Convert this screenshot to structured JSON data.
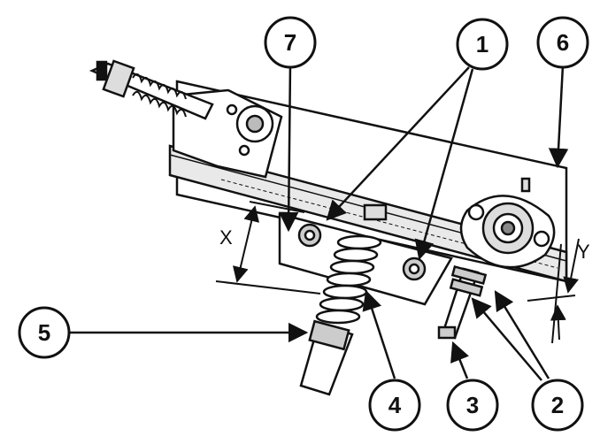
{
  "callouts": [
    {
      "id": "callout-1",
      "label": "1"
    },
    {
      "id": "callout-2",
      "label": "2"
    },
    {
      "id": "callout-3",
      "label": "3"
    },
    {
      "id": "callout-4",
      "label": "4"
    },
    {
      "id": "callout-5",
      "label": "5"
    },
    {
      "id": "callout-6",
      "label": "6"
    },
    {
      "id": "callout-7",
      "label": "7"
    }
  ],
  "dimensions": {
    "x_label": "X",
    "y_label": "Y"
  },
  "colors": {
    "line": "#111111",
    "background": "#ffffff"
  }
}
